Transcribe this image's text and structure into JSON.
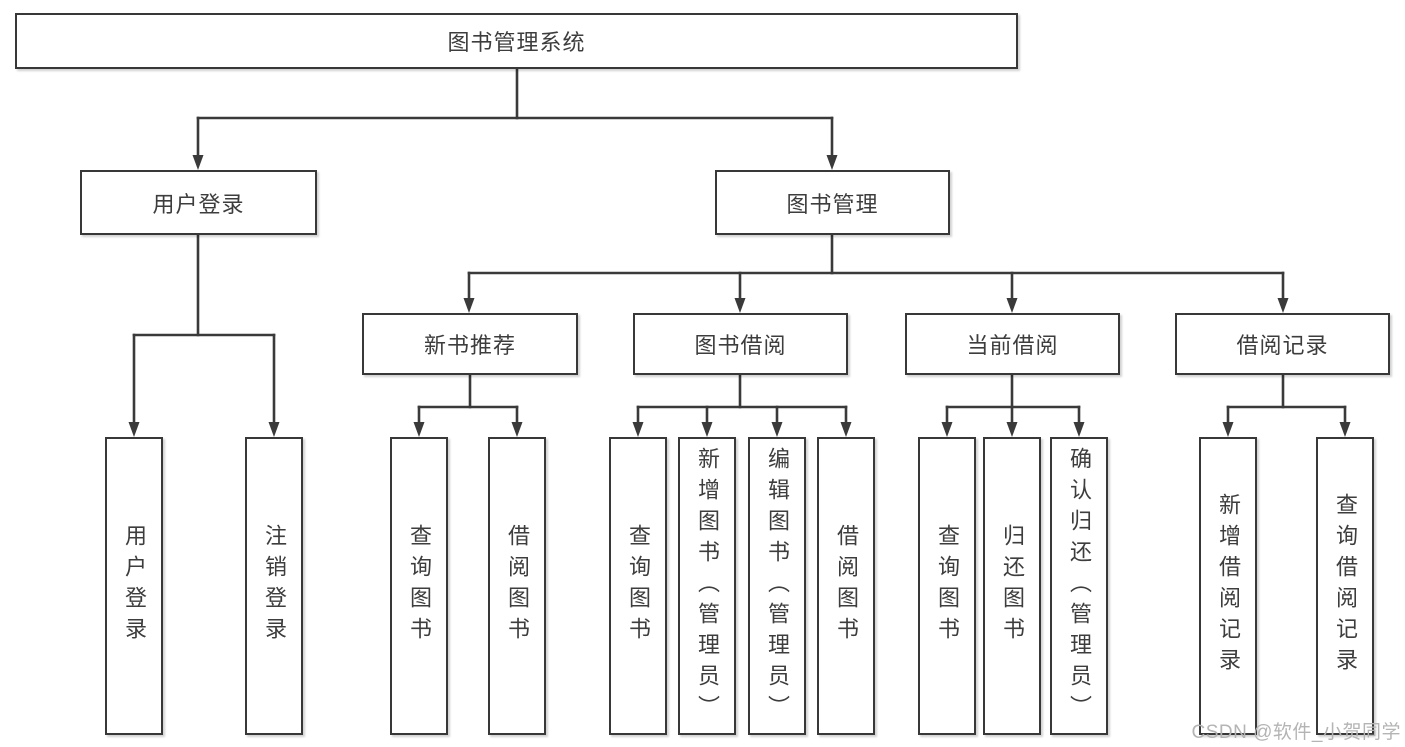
{
  "nodes": {
    "root": "图书管理系统",
    "level2": {
      "user_login": "用户登录",
      "book_mgmt": "图书管理"
    },
    "level3": {
      "new_books": "新书推荐",
      "book_borrow": "图书借阅",
      "current_borrow": "当前借阅",
      "borrow_records": "借阅记录"
    },
    "leaves": {
      "user_login": [
        "用户登录",
        "注销登录"
      ],
      "new_books": [
        "查询图书",
        "借阅图书"
      ],
      "book_borrow": [
        "查询图书",
        "新增图书（管理员）",
        "编辑图书（管理员）",
        "借阅图书"
      ],
      "current_borrow": [
        "查询图书",
        "归还图书",
        "确认归还（管理员）"
      ],
      "borrow_records": [
        "新增借阅记录",
        "查询借阅记录"
      ]
    }
  },
  "watermark": "CSDN @软件_小贺同学",
  "colors": {
    "line": "#3a3a3a",
    "text": "#3d3d3d",
    "box_background": "#ffffff",
    "page_background": "#ffffff",
    "watermark": "#b4b4b4"
  }
}
